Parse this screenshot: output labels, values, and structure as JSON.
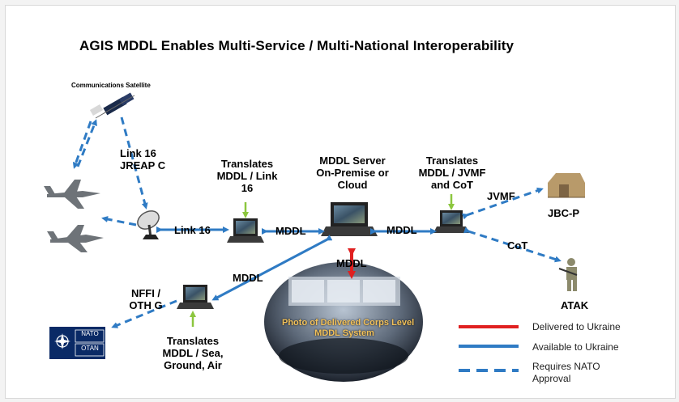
{
  "title": "AGIS MDDL Enables Multi-Service / Multi-National  Interoperability",
  "nodes": {
    "satellite": "Communications Satellite",
    "link16_jreap": "Link 16\nJREAP C",
    "translates_link16": "Translates\nMDDL / Link\n16",
    "mddl_server": "MDDL Server\nOn-Premise or\nCloud",
    "translates_jvmf": "Translates\nMDDL / JVMF\nand CoT",
    "jbcp": "JBC-P",
    "atak": "ATAK",
    "nffi": "NFFI /\nOTH G",
    "translates_sea": "Translates\nMDDL / Sea,\nGround, Air",
    "nato_top": "NATO",
    "nato_bottom": "OTAN"
  },
  "links": {
    "link16": "Link 16",
    "mddl_left": "MDDL",
    "mddl_right": "MDDL",
    "mddl_diag": "MDDL",
    "mddl_vertical": "MDDL",
    "jvmf": "JVMF",
    "cot": "CoT"
  },
  "photo_caption": "Photo of Delivered Corps Level\nMDDL System",
  "legend": [
    {
      "label": "Delivered to Ukraine",
      "color": "#e02020",
      "style": "solid"
    },
    {
      "label": "Available to Ukraine",
      "color": "#2f7bc4",
      "style": "solid"
    },
    {
      "label": "Requires NATO\nApproval",
      "color": "#2f7bc4",
      "style": "dashed"
    }
  ],
  "colors": {
    "blue": "#2f7bc4",
    "red": "#e02020",
    "green": "#8cc63e"
  }
}
